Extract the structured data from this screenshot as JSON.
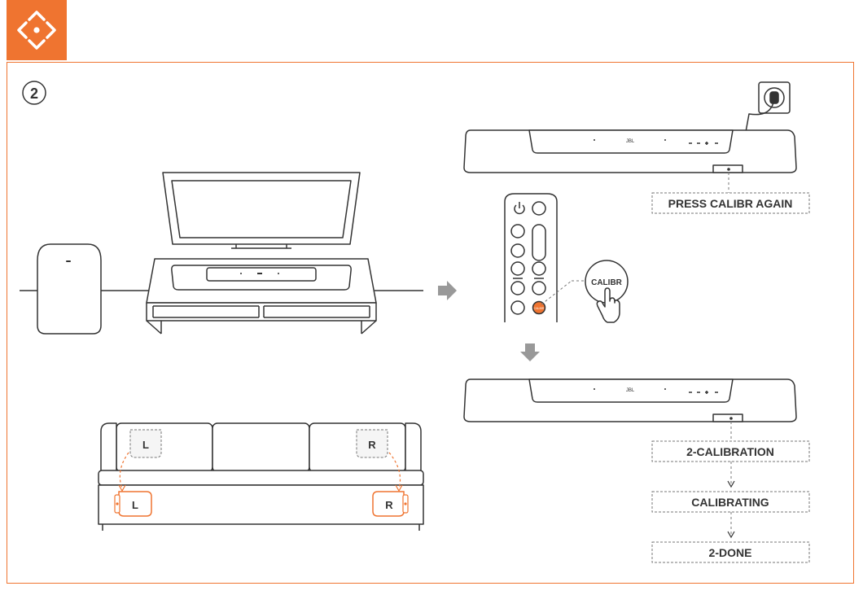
{
  "step": {
    "number": "2"
  },
  "colors": {
    "accent": "#ef7430",
    "line": "#333333",
    "dashed": "#777777",
    "fill": "#f5f5f5"
  },
  "icons": {
    "header": "directional-pad-icon",
    "flow_right": "arrow-right-icon",
    "flow_down": "arrow-down-icon",
    "power": "power-icon"
  },
  "soundbar": {
    "brand": "JBL"
  },
  "remote": {
    "calibr_label": "CALIBR"
  },
  "sofa": {
    "left_label": "L",
    "right_label": "R"
  },
  "labels": {
    "press_again": "PRESS CALIBR AGAIN",
    "calibration": "2-CALIBRATION",
    "calibrating": "CALIBRATING",
    "done": "2-DONE"
  }
}
